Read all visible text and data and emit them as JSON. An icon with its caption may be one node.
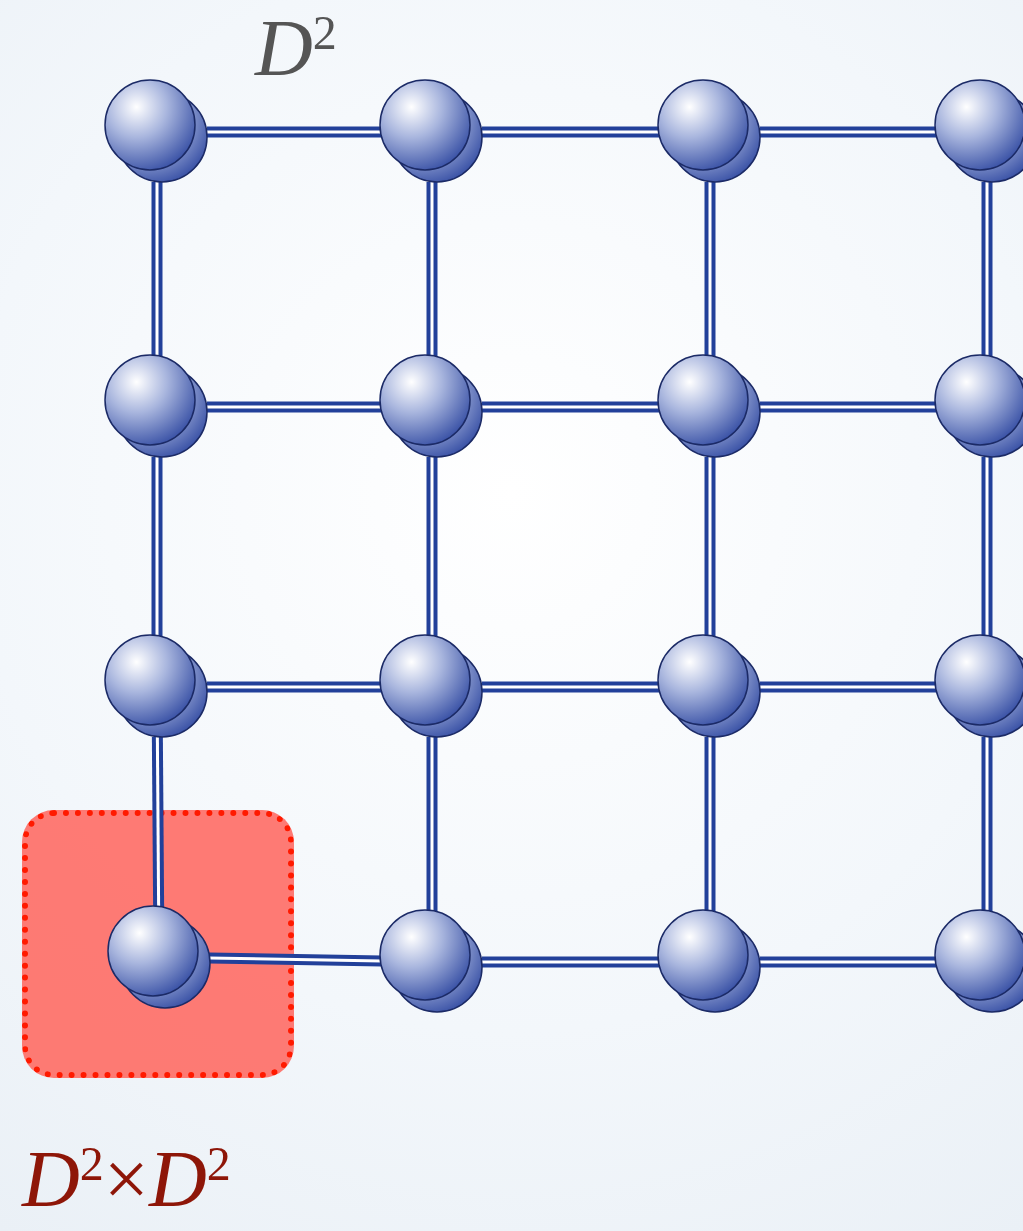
{
  "diagram": {
    "nodes": [
      {
        "text": [],
        "shape": "circle"
      },
      {
        "text": [],
        "shape": "circle"
      },
      {
        "text": [],
        "shape": "circle"
      },
      {
        "text": [],
        "shape": "circle"
      },
      {
        "text": [],
        "shape": "circle"
      },
      {
        "text": [],
        "shape": "circle"
      },
      {
        "text": [],
        "shape": "circle"
      },
      {
        "text": [],
        "shape": "circle"
      },
      {
        "text": [],
        "shape": "circle"
      },
      {
        "text": [],
        "shape": "circle"
      },
      {
        "text": [],
        "shape": "circle"
      },
      {
        "text": [],
        "shape": "circle"
      },
      {
        "text": [
          "*D*$^{2}$×*D*$^{2}$"
        ]
      },
      {
        "text": [],
        "shape": "circle",
        "in": 12
      },
      {
        "text": [],
        "shape": "circle"
      },
      {
        "text": [],
        "shape": "circle"
      },
      {
        "text": [],
        "shape": "circle"
      }
    ],
    "edges": [
      {
        "from": 0,
        "to": 1,
        "arrow": "none"
      },
      {
        "from": 1,
        "to": 2,
        "arrow": "none"
      },
      {
        "from": 2,
        "to": 3,
        "arrow": "none"
      },
      {
        "from": 4,
        "to": 5,
        "arrow": "none"
      },
      {
        "from": 5,
        "to": 6,
        "arrow": "none"
      },
      {
        "from": 6,
        "to": 7,
        "arrow": "none"
      },
      {
        "from": 8,
        "to": 9,
        "arrow": "none"
      },
      {
        "from": 9,
        "to": 10,
        "arrow": "none"
      },
      {
        "from": 10,
        "to": 11,
        "arrow": "none"
      },
      {
        "from": 13,
        "to": 14,
        "arrow": "none"
      },
      {
        "from": 14,
        "to": 15,
        "arrow": "none"
      },
      {
        "from": 15,
        "to": 16,
        "arrow": "none"
      },
      {
        "from": 0,
        "to": 4,
        "arrow": "none"
      },
      {
        "from": 4,
        "to": 8,
        "arrow": "none"
      },
      {
        "from": 8,
        "to": 13,
        "arrow": "none"
      },
      {
        "from": 1,
        "to": 5,
        "arrow": "none"
      },
      {
        "from": 5,
        "to": 9,
        "arrow": "none"
      },
      {
        "from": 9,
        "to": 14,
        "arrow": "none"
      },
      {
        "from": 2,
        "to": 6,
        "arrow": "none"
      },
      {
        "from": 6,
        "to": 10,
        "arrow": "none"
      },
      {
        "from": 10,
        "to": 15,
        "arrow": "none"
      },
      {
        "from": 3,
        "to": 7,
        "arrow": "none"
      },
      {
        "from": 7,
        "to": 11,
        "arrow": "none"
      },
      {
        "from": 11,
        "to": 16,
        "arrow": "none"
      }
    ],
    "labels": [
      "*D*$^{2}$"
    ]
  }
}
